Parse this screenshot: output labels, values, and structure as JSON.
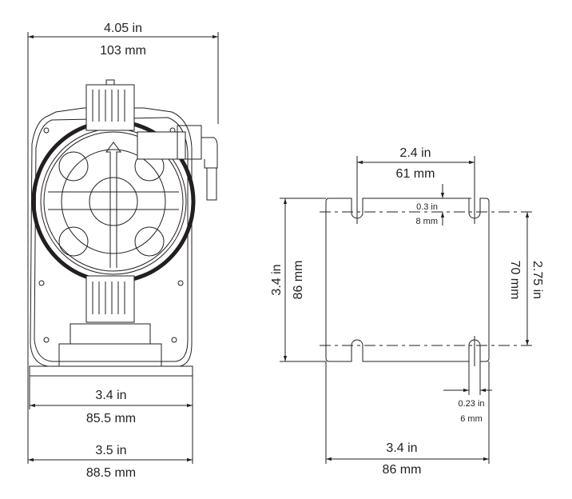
{
  "front_view": {
    "overall_width": {
      "in": "4.05 in",
      "mm": "103 mm"
    },
    "body_width": {
      "in": "3.4 in",
      "mm": "85.5 mm"
    },
    "base_width": {
      "in": "3.5 in",
      "mm": "88.5 mm"
    }
  },
  "mounting_plate": {
    "slot_spacing_horizontal": {
      "in": "2.4 in",
      "mm": "61 mm"
    },
    "slot_offset": {
      "in": "0.3 in",
      "mm": "8 mm"
    },
    "plate_height": {
      "in": "3.4 in",
      "mm": "86 mm"
    },
    "slot_spacing_vertical": {
      "in": "2.75 in",
      "mm": "70 mm"
    },
    "slot_width": {
      "in": "0.23 in",
      "mm": "6 mm"
    },
    "plate_width": {
      "in": "3.4 in",
      "mm": "86 mm"
    }
  }
}
